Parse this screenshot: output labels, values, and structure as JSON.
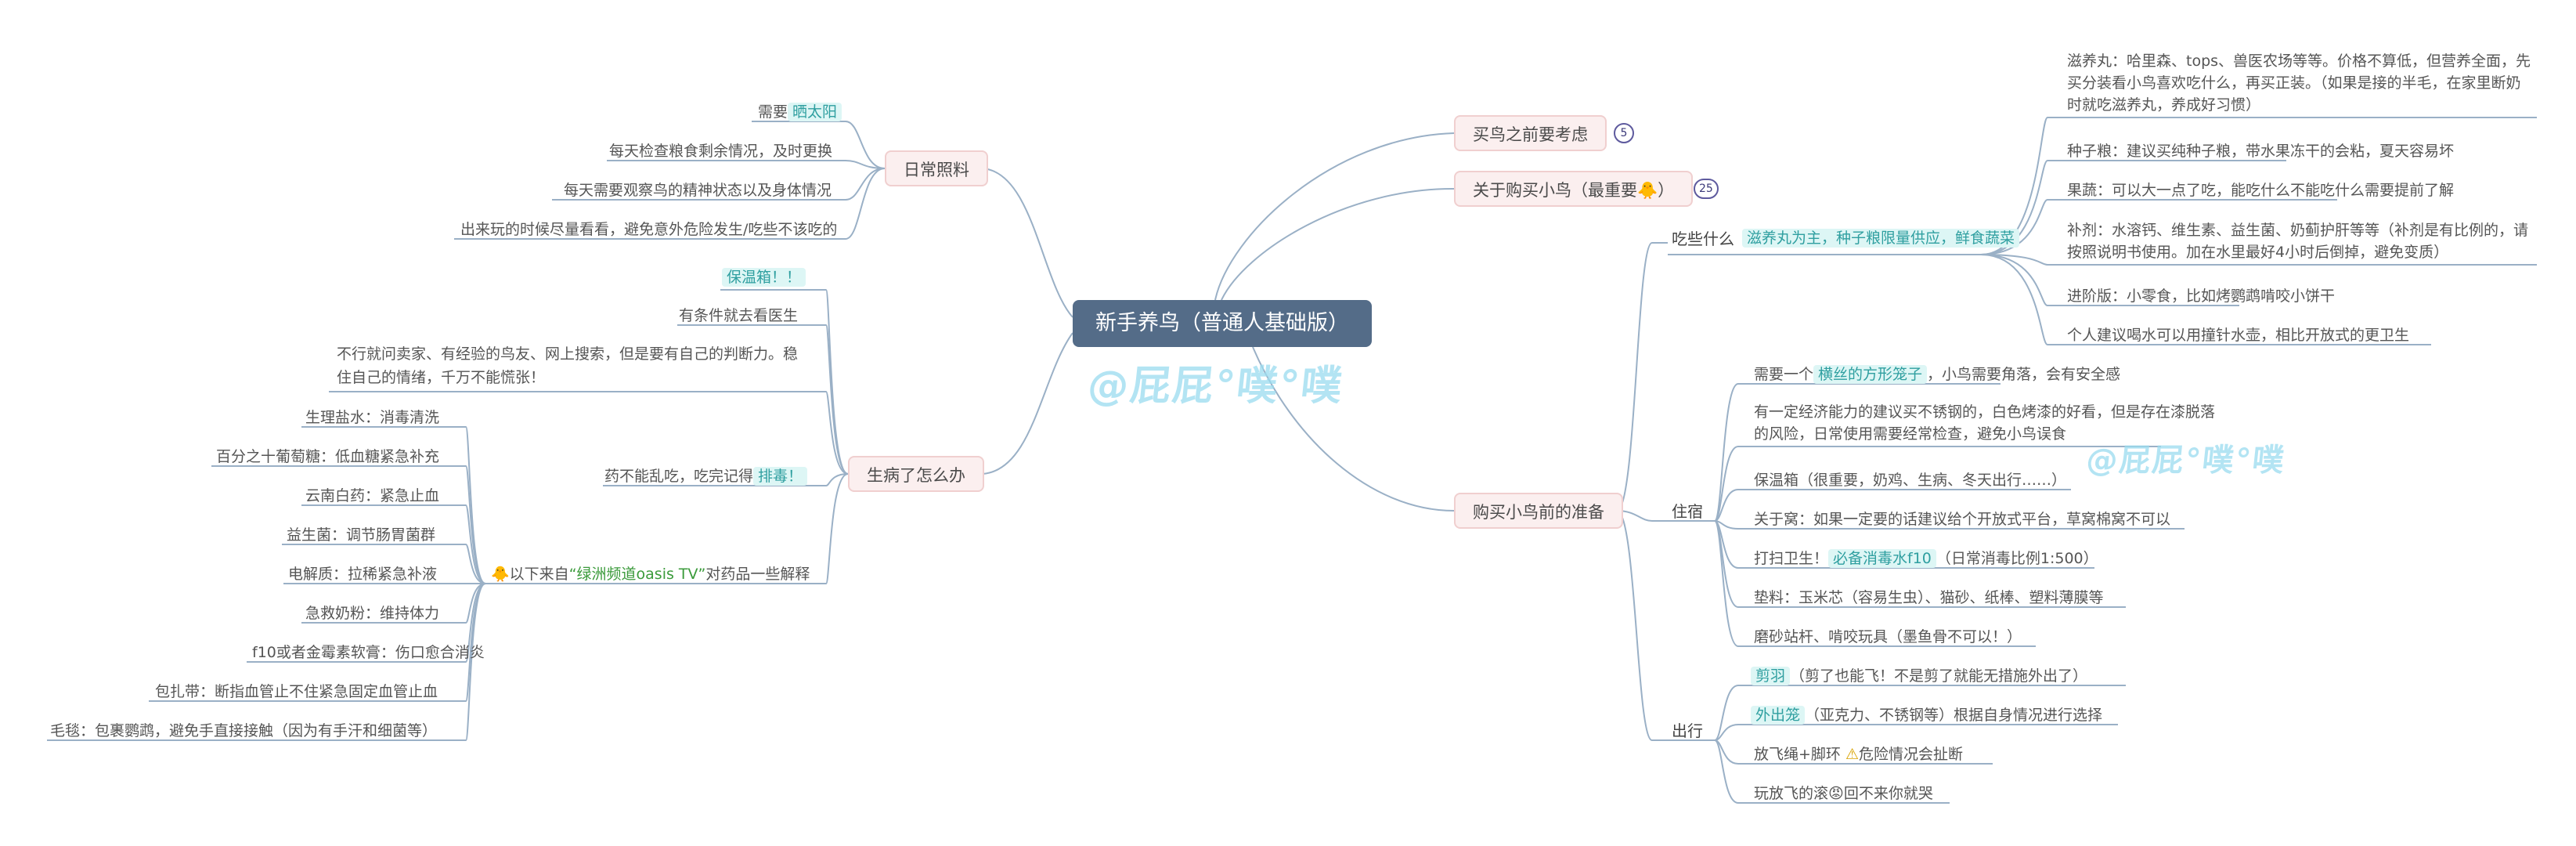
{
  "root": "新手养鸟（普通人基础版）",
  "branches": {
    "before_buy": {
      "label": "买鸟之前要考虑",
      "count": "5"
    },
    "about_buy": {
      "label": "关于购买小鸟（最重要",
      "emoji": "🐥",
      "close": "）",
      "count": "25"
    },
    "daily": {
      "label": "日常照料"
    },
    "sick": {
      "label": "生病了怎么办"
    },
    "prep": {
      "label": "购买小鸟前的准备"
    }
  },
  "daily": {
    "sun_pre": "需要",
    "sun_hl": "晒太阳",
    "d1": "每天检查粮食剩余情况，及时更换",
    "d2": "每天需要观察鸟的精神状态以及身体情况",
    "d3": "出来玩的时候尽量看看，避免意外危险发生/吃些不该吃的"
  },
  "sick": {
    "s0": "保温箱！！",
    "s1": "有条件就去看医生",
    "s2a": "不行就问卖家、有经验的鸟友、网上搜索，但是要有自己的判断力。稳",
    "s2b": "住自己的情绪，千万不能慌张！",
    "s3_pre": "药不能乱吃，吃完记得",
    "s3_hl": "排毒！",
    "s4_icon": "🐥",
    "s4_a": "以下来自",
    "s4_b": "“绿洲频道oasis TV”",
    "s4_c": "对药品一些解释",
    "meds": [
      "生理盐水：消毒清洗",
      "百分之十葡萄糖：低血糖紧急补充",
      "云南白药：紧急止血",
      "益生菌：调节肠胃菌群",
      "电解质：拉稀紧急补液",
      "急救奶粉：维持体力",
      "f10或者金霉素软膏：伤口愈合消炎",
      "包扎带：断指血管止不住紧急固定血管止血",
      "毛毯：包裹鹦鹉，避免手直接接触（因为有手汗和细菌等）"
    ]
  },
  "eat": {
    "label": "吃些什么",
    "summary": "滋养丸为主，种子粮限量供应，鲜食蔬菜",
    "e1a": "滋养丸：哈里森、tops、兽医农场等等。价格不算低，但营养全面，先",
    "e1b": "买分装看小鸟喜欢吃什么，再买正装。（如果是接的半毛，在家里断奶",
    "e1c": "时就吃滋养丸，养成好习惯）",
    "e2": "种子粮：建议买纯种子粮，带水果冻干的会粘，夏天容易坏",
    "e3": "果蔬：可以大一点了吃，能吃什么不能吃什么需要提前了解",
    "e4a": "补剂：水溶钙、维生素、益生菌、奶蓟护肝等等（补剂是有比例的，请",
    "e4b": "按照说明书使用。加在水里最好4小时后倒掉，避免变质）",
    "e5": "进阶版：小零食，比如烤鹦鹉啃咬小饼干",
    "e6": "个人建议喝水可以用撞针水壶，相比开放式的更卫生"
  },
  "home": {
    "label": "住宿",
    "h1_pre": "需要一个",
    "h1_hl": "横丝的方形笼子",
    "h1_post": "，小鸟需要角落，会有安全感",
    "h2a": "有一定经济能力的建议买不锈钢的，白色烤漆的好看，但是存在漆脱落",
    "h2b": "的风险，日常使用需要经常检查，避免小鸟误食",
    "h3": "保温箱（很重要，奶鸡、生病、冬天出行……）",
    "h4": "关于窝：如果一定要的话建议给个开放式平台，草窝棉窝不可以",
    "h5_pre": "打扫卫生！",
    "h5_hl": "必备消毒水f10",
    "h5_post": "（日常消毒比例1:500）",
    "h6": "垫料：玉米芯（容易生虫）、猫砂、纸棒、塑料薄膜等",
    "h7": "磨砂站杆、啃咬玩具（墨鱼骨不可以！）"
  },
  "out": {
    "label": "出行",
    "o1_hl": "剪羽",
    "o1_post": "（剪了也能飞！不是剪了就能无措施外出了）",
    "o2_hl": "外出笼",
    "o2_post": "（亚克力、不锈钢等）根据自身情况进行选择",
    "o3_a": "放飞绳+脚环 ",
    "o3_icon": "⚠",
    "o3_b": "危险情况会扯断",
    "o4_a": "玩放飞的滚",
    "o4_icon": "😡",
    "o4_b": "回不来你就哭"
  },
  "watermark": "@屁屁°噗°噗",
  "colors": {
    "root": "#546C88",
    "main_fill": "#FBEFEF",
    "highlight": "#DDF6F5",
    "line": "#9AB0C6",
    "badge": "#5e5a9e"
  }
}
